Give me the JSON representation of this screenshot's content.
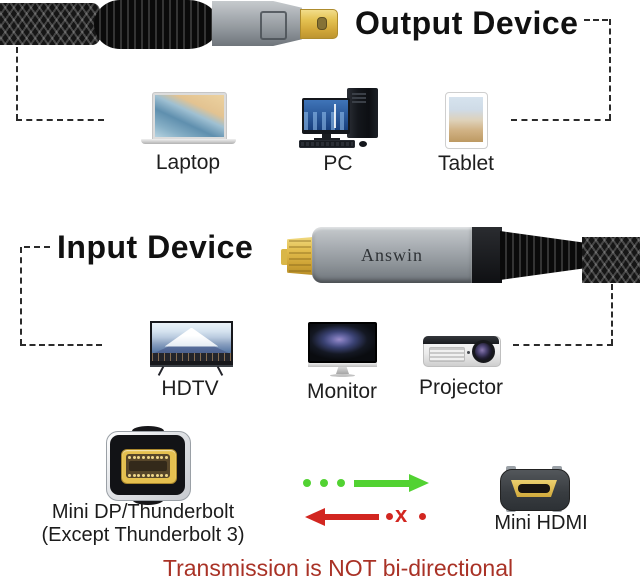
{
  "output_section": {
    "title": "Output Device",
    "devices": [
      {
        "icon": "laptop-icon",
        "label": "Laptop"
      },
      {
        "icon": "pc-icon",
        "label": "PC"
      },
      {
        "icon": "tablet-icon",
        "label": "Tablet"
      }
    ]
  },
  "input_section": {
    "title": "Input Device",
    "cable_brand": "Answin",
    "devices": [
      {
        "icon": "hdtv-icon",
        "label": "HDTV"
      },
      {
        "icon": "monitor-icon",
        "label": "Monitor"
      },
      {
        "icon": "projector-icon",
        "label": "Projector"
      }
    ]
  },
  "compatibility_section": {
    "left_connector": {
      "icon": "mini-dp-connector-face-icon",
      "label_line1": "Mini DP/Thunderbolt",
      "label_line2": "(Except Thunderbolt 3)"
    },
    "right_connector": {
      "icon": "mini-hdmi-connector-face-icon",
      "label": "Mini HDMI"
    },
    "allowed_direction_icon": "green-arrow-right-icon",
    "blocked_direction_icon": "red-arrow-left-icon",
    "blocked_mark": "x",
    "note": "Transmission is NOT bi-directional"
  },
  "colors": {
    "allowed_green": "#52d232",
    "blocked_red": "#d22620",
    "warning_text": "#a93226",
    "connector_gold": "#e2bd4e",
    "title_text": "#111111"
  }
}
